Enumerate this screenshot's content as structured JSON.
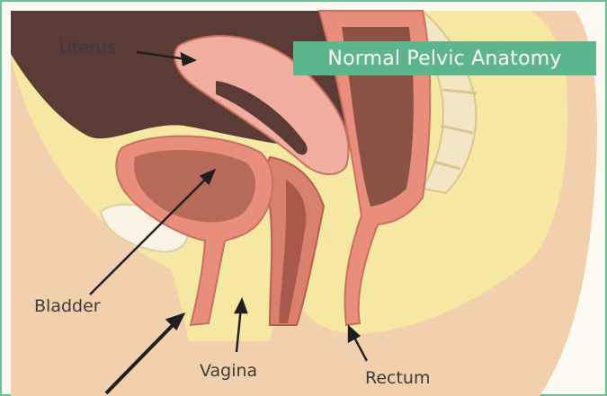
{
  "title": "Normal Pelvic Anatomy",
  "labels": {
    "uterus": "Uterus",
    "bladder": "Bladder",
    "vagina": "Vagina",
    "rectum": "Rectum"
  },
  "colors": {
    "title_bg": "#5db58c",
    "skin": "#f2d0ad",
    "fat": "#f6e7a2",
    "cavity": "#5b3b36",
    "organ": "#e98e7c",
    "organ_wall": "#f1aea0",
    "border": "#6fbf97"
  }
}
